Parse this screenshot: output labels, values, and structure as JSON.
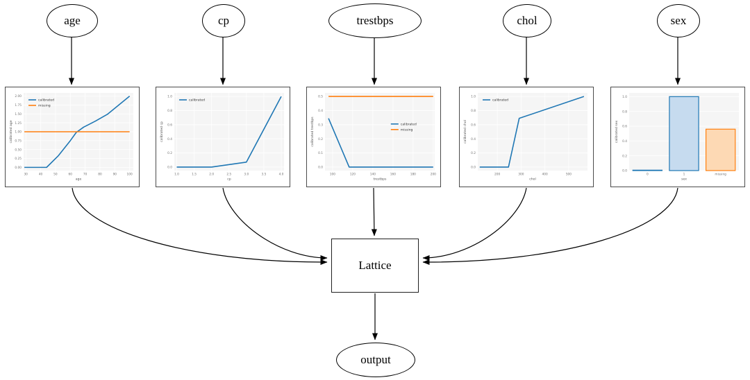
{
  "graph": {
    "inputs": [
      {
        "label": "age"
      },
      {
        "label": "cp"
      },
      {
        "label": "trestbps"
      },
      {
        "label": "chol"
      },
      {
        "label": "sex"
      }
    ],
    "lattice_label": "Lattice",
    "output_label": "output"
  },
  "colors": {
    "calibrated": "#1f77b4",
    "missing": "#ff7f0e",
    "bar_blue_fill": "#c6dbef",
    "bar_orange_fill": "#fdd9b4",
    "plot_bg": "#f5f5f5",
    "grid": "#ffffff",
    "edge_stroke": "#000000"
  },
  "chart_data": [
    {
      "feature": "age",
      "type": "line",
      "xlabel": "age",
      "ylabel": "calibrated age",
      "xlim": [
        28.5,
        102.5
      ],
      "ylim": [
        -0.09,
        2.09
      ],
      "grid": true,
      "xticks": [
        {
          "v": 30,
          "label": "30"
        },
        {
          "v": 40,
          "label": "40"
        },
        {
          "v": 50,
          "label": "50"
        },
        {
          "v": 60,
          "label": "60"
        },
        {
          "v": 70,
          "label": "70"
        },
        {
          "v": 80,
          "label": "80"
        },
        {
          "v": 90,
          "label": "90"
        },
        {
          "v": 100,
          "label": "100"
        }
      ],
      "yticks": [
        {
          "v": 0,
          "label": "0.00"
        },
        {
          "v": 0.25,
          "label": "0.25"
        },
        {
          "v": 0.5,
          "label": "0.50"
        },
        {
          "v": 0.75,
          "label": "0.75"
        },
        {
          "v": 1.0,
          "label": "1.00"
        },
        {
          "v": 1.25,
          "label": "1.25"
        },
        {
          "v": 1.5,
          "label": "1.50"
        },
        {
          "v": 1.75,
          "label": "1.75"
        },
        {
          "v": 2.0,
          "label": "2.00"
        }
      ],
      "series": [
        {
          "name": "calibrated",
          "color": "#1f77b4",
          "x": [
            29,
            44,
            52,
            60,
            64,
            69,
            77,
            85,
            100
          ],
          "y": [
            0,
            0,
            0.33,
            0.75,
            0.98,
            1.13,
            1.3,
            1.49,
            2.0
          ]
        },
        {
          "name": "missing",
          "color": "#ff7f0e",
          "x": [
            29,
            100
          ],
          "y": [
            1.0,
            1.0
          ]
        }
      ],
      "legend": "tl"
    },
    {
      "feature": "cp",
      "type": "line",
      "xlabel": "cp",
      "ylabel": "calibrated cp",
      "xlim": [
        0.93,
        4.08
      ],
      "ylim": [
        -0.05,
        1.05
      ],
      "grid": true,
      "xticks": [
        {
          "v": 1.0,
          "label": "1.0"
        },
        {
          "v": 1.5,
          "label": "1.5"
        },
        {
          "v": 2.0,
          "label": "2.0"
        },
        {
          "v": 2.5,
          "label": "2.5"
        },
        {
          "v": 3.0,
          "label": "3.0"
        },
        {
          "v": 3.5,
          "label": "3.5"
        },
        {
          "v": 4.0,
          "label": "4.0"
        }
      ],
      "yticks": [
        {
          "v": 0,
          "label": "0.0"
        },
        {
          "v": 0.2,
          "label": "0.2"
        },
        {
          "v": 0.4,
          "label": "0.4"
        },
        {
          "v": 0.6,
          "label": "0.6"
        },
        {
          "v": 0.8,
          "label": "0.8"
        },
        {
          "v": 1.0,
          "label": "1.0"
        }
      ],
      "series": [
        {
          "name": "calibrated",
          "color": "#1f77b4",
          "x": [
            1.0,
            2.0,
            3.0,
            4.0
          ],
          "y": [
            0,
            0,
            0.07,
            1.0
          ]
        }
      ],
      "legend": "tl"
    },
    {
      "feature": "trestbps",
      "type": "line",
      "xlabel": "trestbps",
      "ylabel": "calibrated trestbps",
      "xlim": [
        92.5,
        201.5
      ],
      "ylim": [
        -0.025,
        0.525
      ],
      "grid": true,
      "xticks": [
        {
          "v": 100,
          "label": "100"
        },
        {
          "v": 120,
          "label": "120"
        },
        {
          "v": 140,
          "label": "140"
        },
        {
          "v": 160,
          "label": "160"
        },
        {
          "v": 180,
          "label": "180"
        },
        {
          "v": 200,
          "label": "200"
        }
      ],
      "yticks": [
        {
          "v": 0,
          "label": "0.0"
        },
        {
          "v": 0.1,
          "label": "0.1"
        },
        {
          "v": 0.2,
          "label": "0.2"
        },
        {
          "v": 0.3,
          "label": "0.3"
        },
        {
          "v": 0.4,
          "label": "0.4"
        },
        {
          "v": 0.5,
          "label": "0.5"
        }
      ],
      "series": [
        {
          "name": "calibrated",
          "color": "#1f77b4",
          "x": [
            96,
            116.5,
            200
          ],
          "y": [
            0.345,
            0,
            0
          ]
        },
        {
          "name": "missing",
          "color": "#ff7f0e",
          "x": [
            96,
            200
          ],
          "y": [
            0.5,
            0.5
          ]
        }
      ],
      "legend": "right"
    },
    {
      "feature": "chol",
      "type": "line",
      "xlabel": "chol",
      "ylabel": "calibrated chol",
      "xlim": [
        118,
        579
      ],
      "ylim": [
        -0.05,
        1.05
      ],
      "grid": true,
      "xticks": [
        {
          "v": 200,
          "label": "200"
        },
        {
          "v": 300,
          "label": "300"
        },
        {
          "v": 400,
          "label": "400"
        },
        {
          "v": 500,
          "label": "500"
        }
      ],
      "yticks": [
        {
          "v": 0,
          "label": "0.0"
        },
        {
          "v": 0.2,
          "label": "0.2"
        },
        {
          "v": 0.4,
          "label": "0.4"
        },
        {
          "v": 0.6,
          "label": "0.6"
        },
        {
          "v": 0.8,
          "label": "0.8"
        },
        {
          "v": 1.0,
          "label": "1.0"
        }
      ],
      "series": [
        {
          "name": "calibrated",
          "color": "#1f77b4",
          "x": [
            126,
            247,
            292,
            564
          ],
          "y": [
            0,
            0,
            0.69,
            1.0
          ]
        }
      ],
      "legend": "tl"
    },
    {
      "feature": "sex",
      "type": "bar",
      "xlabel": "sex",
      "ylabel": "calibrated sex",
      "ylim": [
        0,
        1.05
      ],
      "grid": true,
      "categories": [
        "0",
        "1",
        "missing"
      ],
      "values": [
        0.006,
        1.0,
        0.56
      ],
      "bar_fill": [
        "#c6dbef",
        "#c6dbef",
        "#fdd9b4"
      ],
      "bar_edge": [
        "#1f77b4",
        "#1f77b4",
        "#ff7f0e"
      ],
      "yticks": [
        {
          "v": 0,
          "label": "0.0"
        },
        {
          "v": 0.2,
          "label": "0.2"
        },
        {
          "v": 0.4,
          "label": "0.4"
        },
        {
          "v": 0.6,
          "label": "0.6"
        },
        {
          "v": 0.8,
          "label": "0.8"
        },
        {
          "v": 1.0,
          "label": "1.0"
        }
      ],
      "legend": null
    }
  ]
}
